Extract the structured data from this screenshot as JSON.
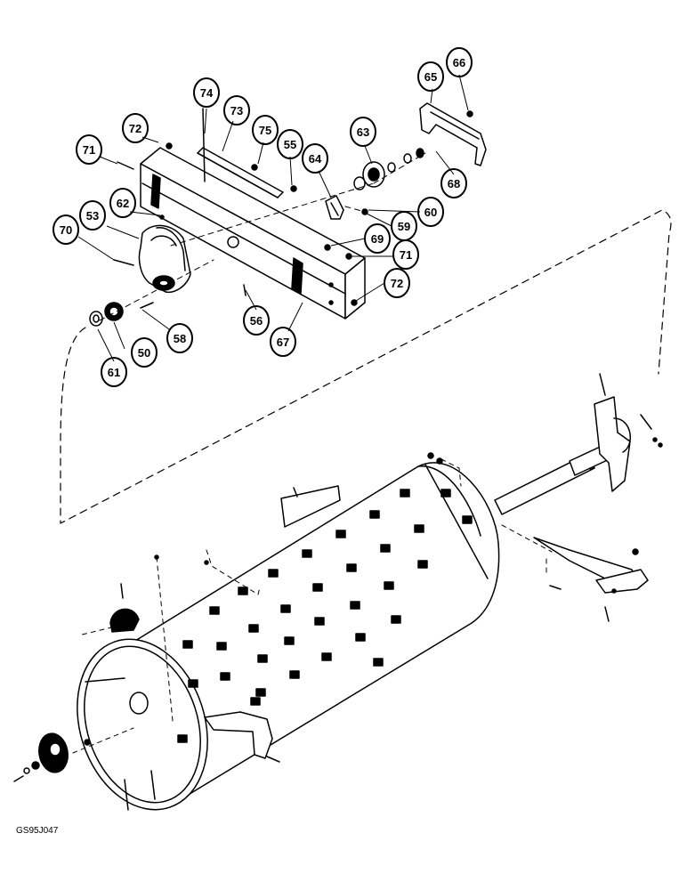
{
  "diagram": {
    "figure_code": "GS95J047",
    "callouts": [
      {
        "id": "c74",
        "label": "74"
      },
      {
        "id": "c73",
        "label": "73"
      },
      {
        "id": "c72a",
        "label": "72"
      },
      {
        "id": "c71a",
        "label": "71"
      },
      {
        "id": "c75",
        "label": "75"
      },
      {
        "id": "c55",
        "label": "55"
      },
      {
        "id": "c64",
        "label": "64"
      },
      {
        "id": "c63",
        "label": "63"
      },
      {
        "id": "c65",
        "label": "65"
      },
      {
        "id": "c66",
        "label": "66"
      },
      {
        "id": "c68",
        "label": "68"
      },
      {
        "id": "c62",
        "label": "62"
      },
      {
        "id": "c53",
        "label": "53"
      },
      {
        "id": "c70",
        "label": "70"
      },
      {
        "id": "c60",
        "label": "60"
      },
      {
        "id": "c59",
        "label": "59"
      },
      {
        "id": "c69",
        "label": "69"
      },
      {
        "id": "c71b",
        "label": "71"
      },
      {
        "id": "c72b",
        "label": "72"
      },
      {
        "id": "c56",
        "label": "56"
      },
      {
        "id": "c67",
        "label": "67"
      },
      {
        "id": "c58",
        "label": "58"
      },
      {
        "id": "c50",
        "label": "50"
      },
      {
        "id": "c61",
        "label": "61"
      }
    ]
  }
}
